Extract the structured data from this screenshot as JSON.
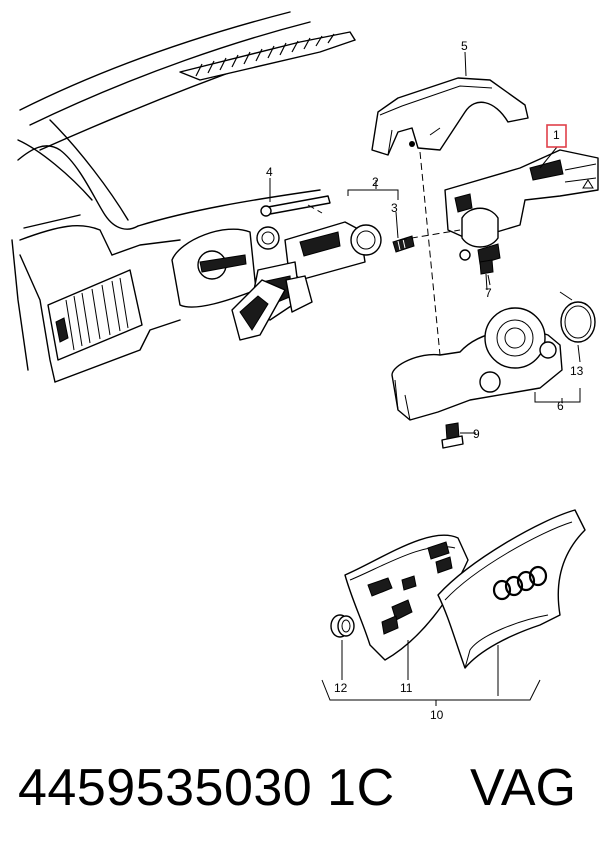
{
  "callouts": {
    "c1": "1",
    "c2": "2",
    "c3": "3",
    "c4": "4",
    "c5": "5",
    "c6": "6",
    "c7": "7",
    "c9": "9",
    "c10": "10",
    "c11": "11",
    "c12": "12",
    "c13": "13"
  },
  "highlight_color": "#e0404a",
  "part_code": "4459535030 1C",
  "brand": "VAG"
}
